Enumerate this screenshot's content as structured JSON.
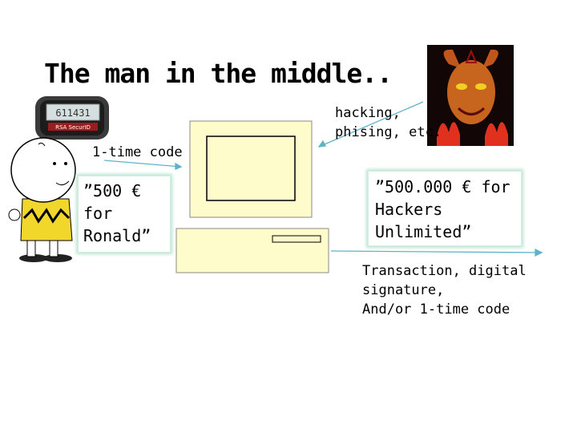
{
  "title": "The man in the middle..",
  "labels": {
    "one_time_code": "1-time code",
    "hacking": "hacking,\nphising, etc.",
    "transaction": "Transaction, digital\nsignature,\nAnd/or 1-time code"
  },
  "boxes": {
    "left": "”500 €\nfor\nRonald”",
    "right": "”500.000 € for\nHackers\nUnlimited”"
  },
  "token_display": "611431",
  "token_brand": "RSA SecurID",
  "colors": {
    "arrow": "#5fb3c8",
    "computer_fill": "#fffccc",
    "box_glow": "#b9e4cf"
  }
}
